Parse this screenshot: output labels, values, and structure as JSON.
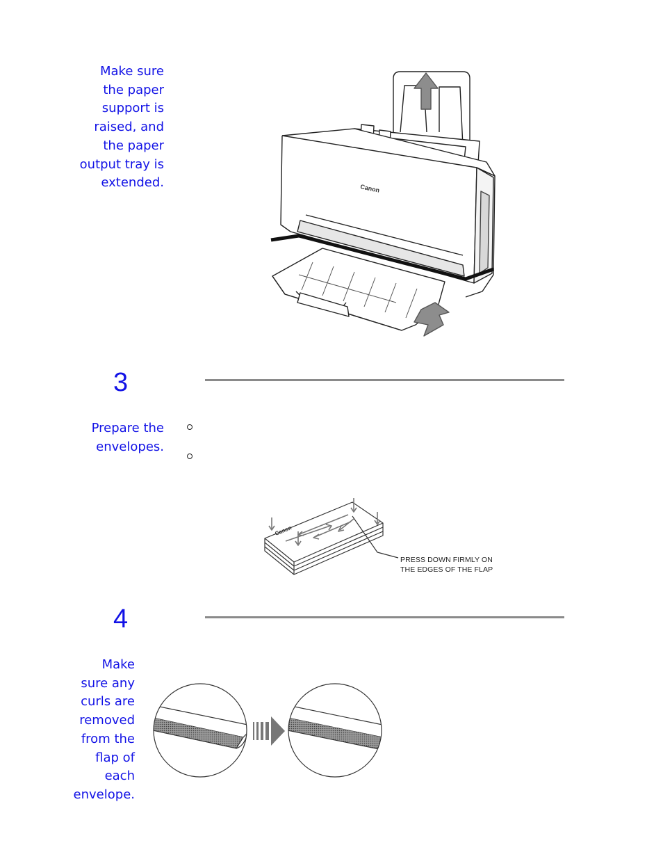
{
  "section_1": {
    "note": "Make sure\nthe paper\nsupport is\nraised, and\nthe paper\noutput tray is\nextended.",
    "figure": {
      "brand_label": "Canon"
    }
  },
  "step_3": {
    "number": "3",
    "note": "Prepare the\nenvelopes.",
    "figure": {
      "brand_label": "Canon",
      "callout_line1": "PRESS DOWN FIRMLY ON",
      "callout_line2": "THE EDGES OF THE FLAP"
    }
  },
  "step_4": {
    "number": "4",
    "note": "Make\nsure any\ncurls are\nremoved\nfrom the\nflap of\neach\nenvelope."
  }
}
